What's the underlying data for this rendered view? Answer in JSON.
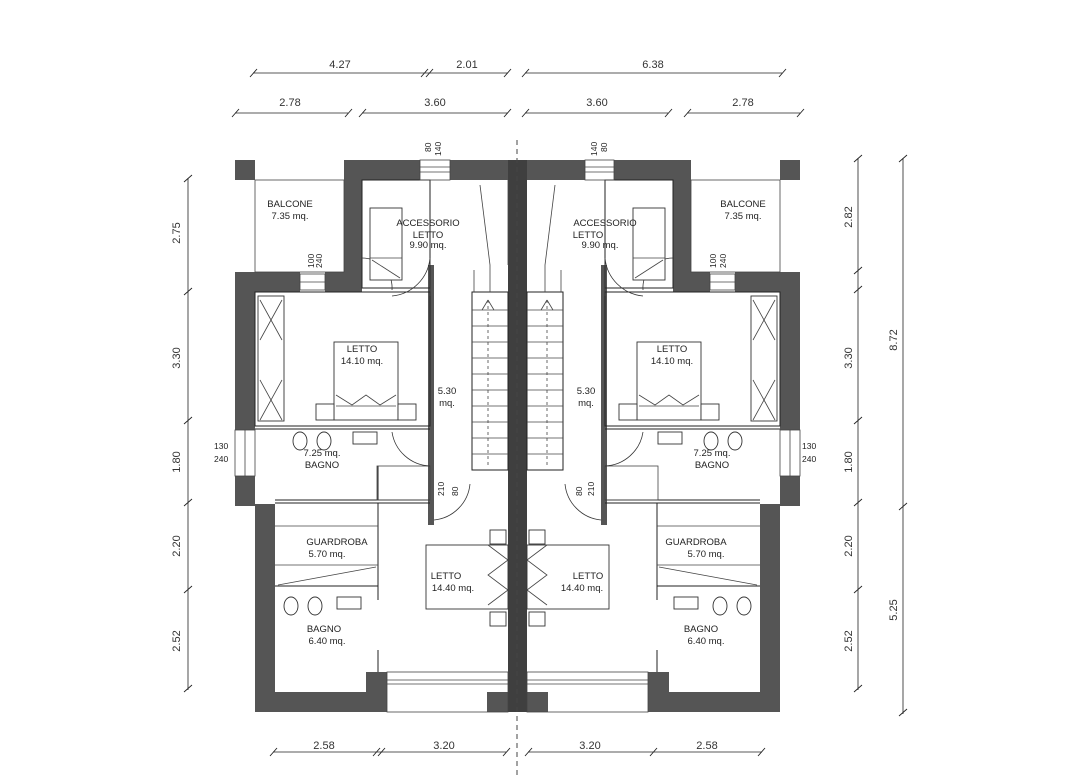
{
  "dimensions": {
    "top_row1": [
      "4.27",
      "2.01",
      "6.38"
    ],
    "top_row2": [
      "2.78",
      "3.60",
      "3.60",
      "2.78"
    ],
    "bottom": [
      "2.58",
      "3.20",
      "3.20",
      "2.58"
    ],
    "left": [
      "2.75",
      "3.30",
      "1.80",
      "2.20",
      "2.52"
    ],
    "right_inner": [
      "2.82",
      "3.30",
      "1.80",
      "2.20",
      "2.52"
    ],
    "right_outer": [
      "8.72",
      "5.25"
    ],
    "openings": {
      "window_top_left": [
        "80",
        "140"
      ],
      "window_top_right": [
        "140",
        "80"
      ],
      "balcone_door_left": [
        "100",
        "240"
      ],
      "balcone_door_right": [
        "100",
        "240"
      ],
      "bath_window_left": [
        "130",
        "240"
      ],
      "bath_window_right": [
        "130",
        "240"
      ],
      "stair_door_left": [
        "80",
        "210"
      ],
      "stair_door_right": [
        "80",
        "210"
      ]
    }
  },
  "rooms_left": {
    "balcone": [
      "BALCONE",
      "7.35 mq."
    ],
    "accessorio": [
      "ACCESSORIO",
      "LETTO",
      "9.90 mq."
    ],
    "letto": [
      "LETTO",
      "14.10 mq."
    ],
    "scala": [
      "5.30",
      "mq."
    ],
    "bagno1": [
      "7.25 mq.",
      "BAGNO"
    ],
    "guardroba": [
      "GUARDROBA",
      "5.70 mq."
    ],
    "letto2": [
      "LETTO",
      "14.40 mq."
    ],
    "bagno2": [
      "BAGNO",
      "6.40 mq."
    ]
  },
  "rooms_right": {
    "balcone": [
      "BALCONE",
      "7.35 mq."
    ],
    "accessorio": [
      "ACCESSORIO",
      "LETTO",
      "9.90 mq."
    ],
    "letto": [
      "LETTO",
      "14.10 mq."
    ],
    "scala": [
      "5.30",
      "mq."
    ],
    "bagno1": [
      "7.25 mq.",
      "BAGNO"
    ],
    "guardroba": [
      "GUARDROBA",
      "5.70 mq."
    ],
    "letto2": [
      "LETTO",
      "14.40 mq."
    ],
    "bagno2": [
      "BAGNO",
      "6.40 mq."
    ]
  }
}
